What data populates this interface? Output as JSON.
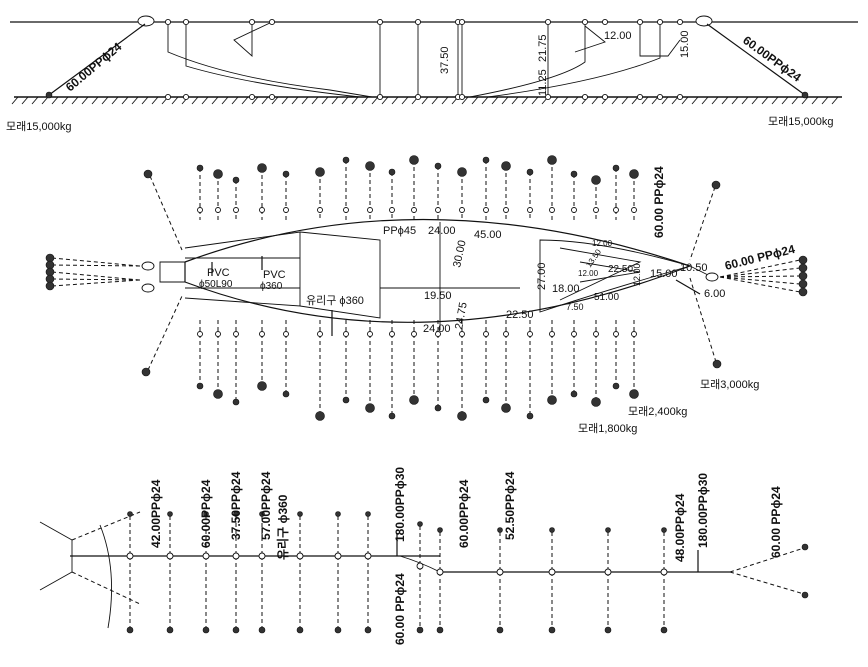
{
  "side_view": {
    "mooring_left": "60.00PPϕ24",
    "mooring_right": "60.00PPϕ24",
    "sand_left": "모래15,000kg",
    "sand_right": "모래15,000kg",
    "dim_37_50": "37.50",
    "dim_21_75": "21.75",
    "dim_12_00": "12.00",
    "dim_15_00": "15.00",
    "dim_11_25": "11.25"
  },
  "plan_view": {
    "pp45": "PPϕ45",
    "d24_top": "24.00",
    "d45": "45.00",
    "d30": "30.00",
    "d19_50": "19.50",
    "d24_75": "24.75",
    "d24_bottom": "24.00",
    "d22_50": "22.50",
    "d27": "27.00",
    "d18": "18.00",
    "d7_50": "7.50",
    "d51": "51.00",
    "d12a": "12.00",
    "d13_50": "13.50",
    "d12b": "12.00",
    "d22_50b": "22.50",
    "d12c": "12.00",
    "d15": "15.00",
    "d10_50": "10.50",
    "d6": "6.00",
    "pvc1_a": "PVC",
    "pvc1_b": "ϕ50L90",
    "pvc2_a": "PVC",
    "pvc2_b": "ϕ360",
    "glass_float": "유리구 ϕ360",
    "mooring_right_top": "60.00 PPϕ24",
    "mooring_right_far": "60.00 PPϕ24",
    "sand_3000": "모래3,000kg",
    "sand_2400": "모래2,400kg",
    "sand_1800": "모래1,800kg"
  },
  "profile_view": {
    "l42": "42.00PPϕ24",
    "l60a": "60.00PPϕ24",
    "l37_50": "37.50PPϕ24",
    "l57": "57.00PPϕ24",
    "l_glass": "유리구 ϕ360",
    "l180a": "180.00PPϕ30",
    "l60b": "60.00PPϕ24",
    "l52_50": "52.50PPϕ24",
    "l48": "48.00PPϕ24",
    "l180b": "180.00PPϕ30",
    "l60c": "60.00 PPϕ24",
    "l60d": "60.00 PPϕ24"
  }
}
